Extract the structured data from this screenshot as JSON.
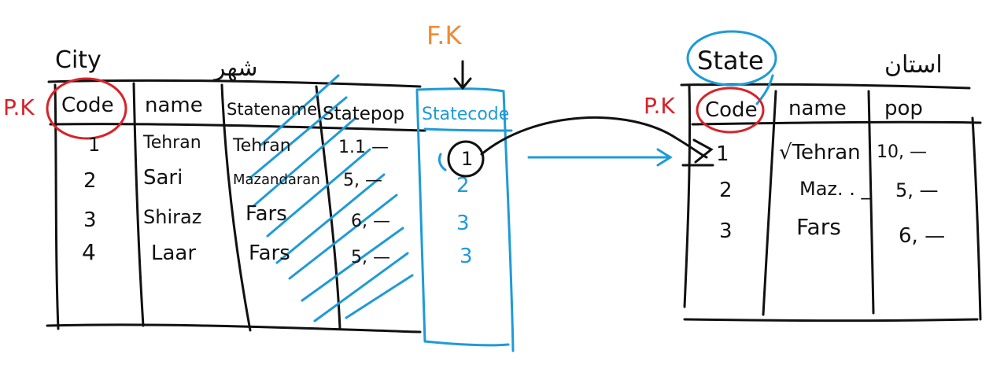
{
  "colors": {
    "ink": "#111111",
    "primary_key": "#d6232a",
    "foreign_key": "#1e9bd7",
    "foreign_key_label": "#f28a30"
  },
  "city_table": {
    "title": "City",
    "title_persian": "شهر",
    "pk_label": "P.K",
    "fk_label": "F.K",
    "columns": [
      "Code",
      "name",
      "Statename",
      "Statepop",
      "Statecode"
    ],
    "rows": [
      [
        "1",
        "Tehran",
        "Tehran",
        "1.1 —",
        "1"
      ],
      [
        "2",
        "Sari",
        "Mazandaran",
        "5, —",
        "2"
      ],
      [
        "3",
        "Shiraz",
        "Fars",
        "6, —",
        "3"
      ],
      [
        "4",
        "Laar",
        "Fars",
        "5, —",
        "3"
      ]
    ]
  },
  "state_table": {
    "title": "State",
    "title_persian": "استان",
    "pk_label": "P.K",
    "columns": [
      "Code",
      "name",
      "pop"
    ],
    "rows": [
      [
        "1",
        "√Tehran",
        "10, —"
      ],
      [
        "2",
        "Maz. . _",
        "5, —"
      ],
      [
        "3",
        "Fars",
        "6, —"
      ]
    ]
  }
}
